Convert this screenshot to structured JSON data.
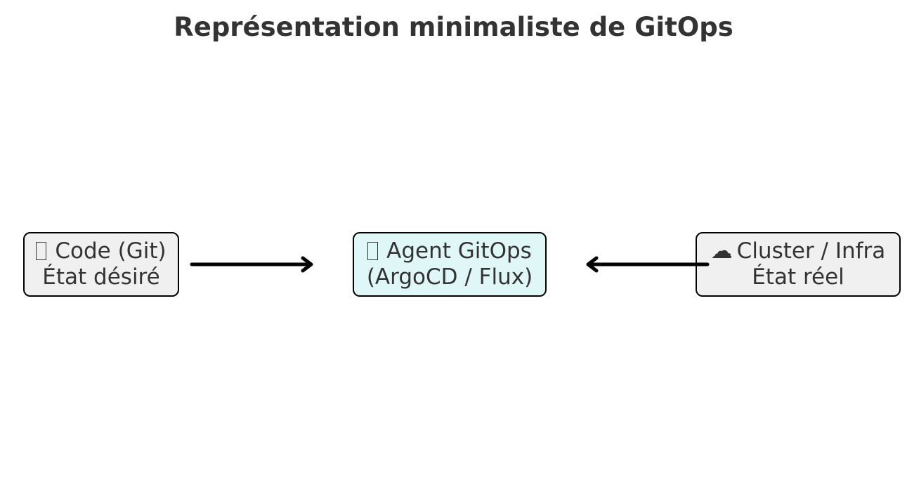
{
  "title": "Représentation minimaliste de GitOps",
  "colors": {
    "text": "#333333",
    "border": "#000000",
    "node_default_fill": "#f0f0f0",
    "node_agent_fill": "#e0f7f7",
    "arrow": "#000000"
  },
  "nodes": [
    {
      "id": "git",
      "icon": "missing-glyph-box",
      "line1": "Code (Git)",
      "line2": "État désiré"
    },
    {
      "id": "agent",
      "icon": "missing-glyph-box",
      "line1": "Agent GitOps",
      "line2": "(ArgoCD / Flux)"
    },
    {
      "id": "cluster",
      "icon": "cloud-icon",
      "icon_glyph": "☁",
      "line1": "Cluster / Infra",
      "line2": "État réel"
    }
  ],
  "edges": [
    {
      "from": "git",
      "to": "agent",
      "direction": "right"
    },
    {
      "from": "cluster",
      "to": "agent",
      "direction": "left"
    }
  ]
}
